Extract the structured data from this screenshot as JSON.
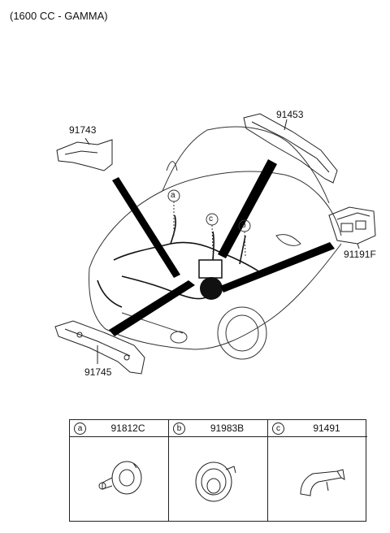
{
  "caption": "(1600 CC - GAMMA)",
  "parts": {
    "p91743": "91743",
    "p91453": "91453",
    "p91191f": "91191F",
    "p91745": "91745"
  },
  "callouts": {
    "a": "a",
    "b": "b",
    "c": "c"
  },
  "table": [
    {
      "letter": "a",
      "part": "91812C"
    },
    {
      "letter": "b",
      "part": "91983B"
    },
    {
      "letter": "c",
      "part": "91491"
    }
  ]
}
